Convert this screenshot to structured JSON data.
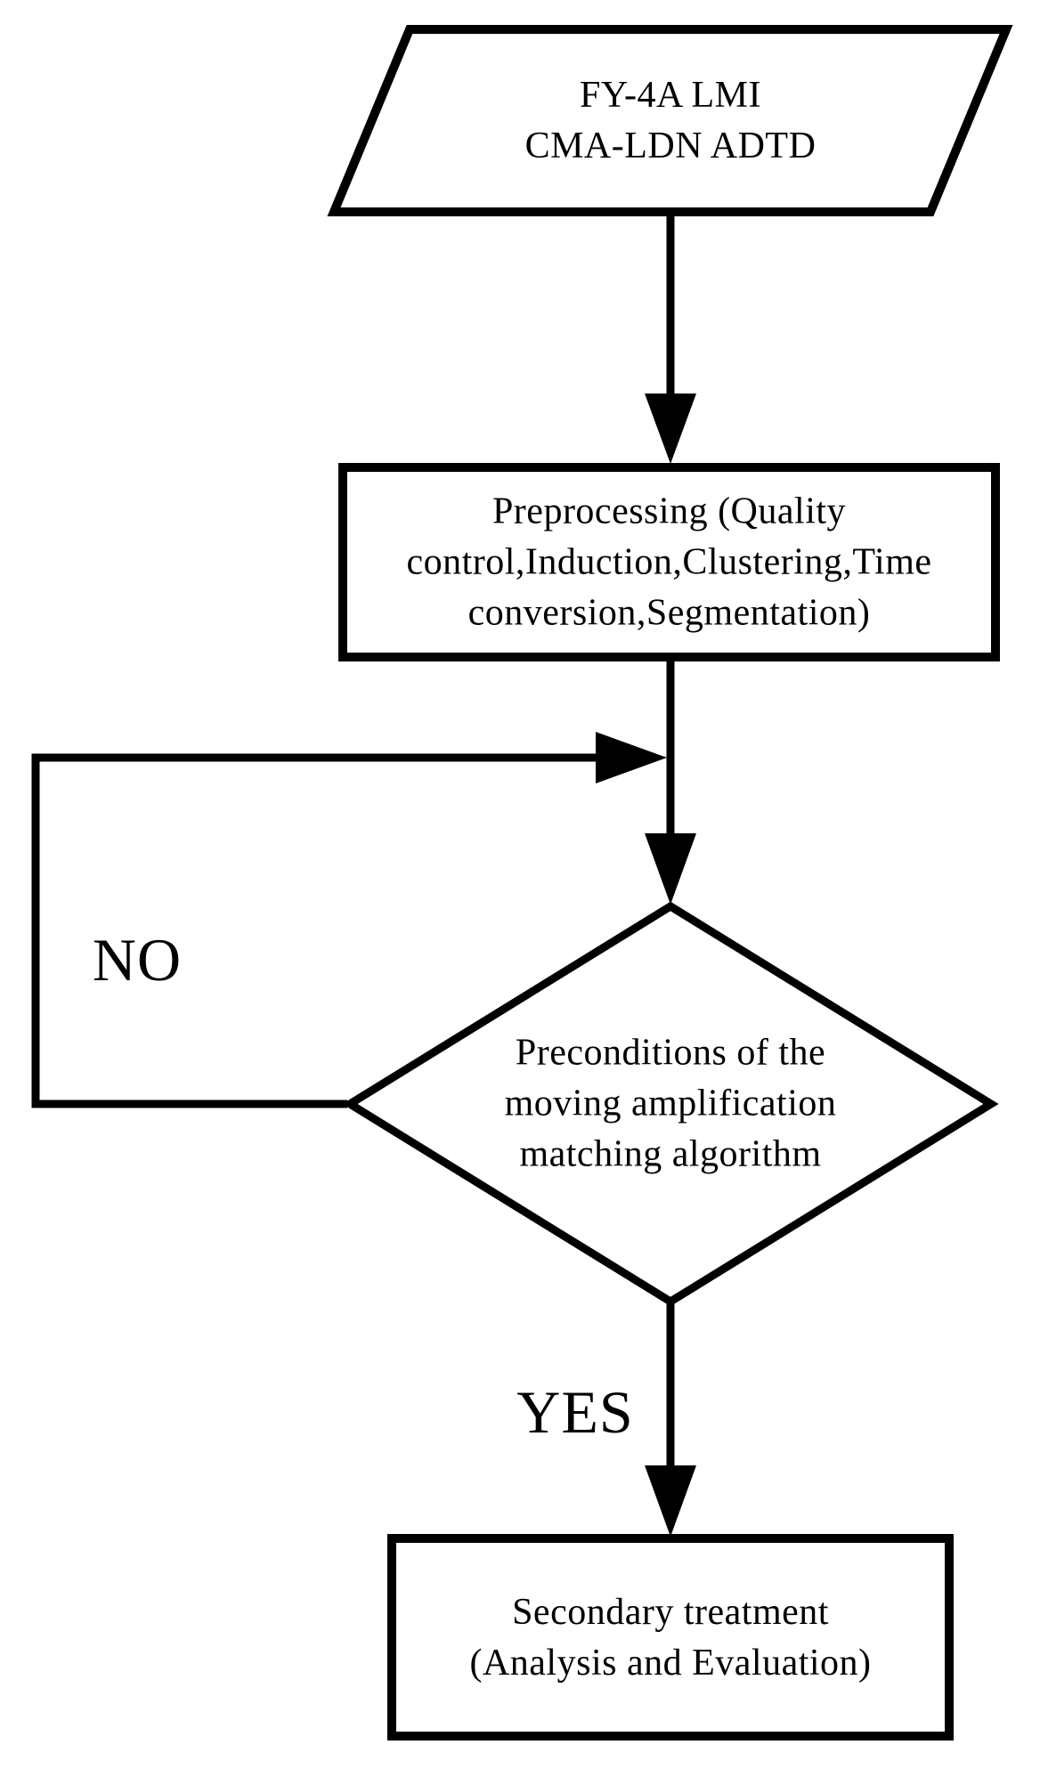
{
  "flowchart": {
    "nodes": {
      "input": {
        "shape": "parallelogram",
        "lines": [
          "FY-4A LMI",
          "CMA-LDN ADTD"
        ]
      },
      "preprocess": {
        "shape": "rectangle",
        "lines": [
          "Preprocessing (Quality",
          "control,Induction,Clustering,Time",
          "conversion,Segmentation)"
        ]
      },
      "decision": {
        "shape": "diamond",
        "lines": [
          "Preconditions of the",
          "moving amplification",
          "matching algorithm"
        ]
      },
      "secondary": {
        "shape": "rectangle",
        "lines": [
          "Secondary treatment",
          "(Analysis and Evaluation)"
        ]
      }
    },
    "branch_labels": {
      "no": "NO",
      "yes": "YES"
    },
    "style": {
      "stroke_color": "#000000",
      "fill_color": "#ffffff",
      "text_color": "#000000"
    }
  }
}
